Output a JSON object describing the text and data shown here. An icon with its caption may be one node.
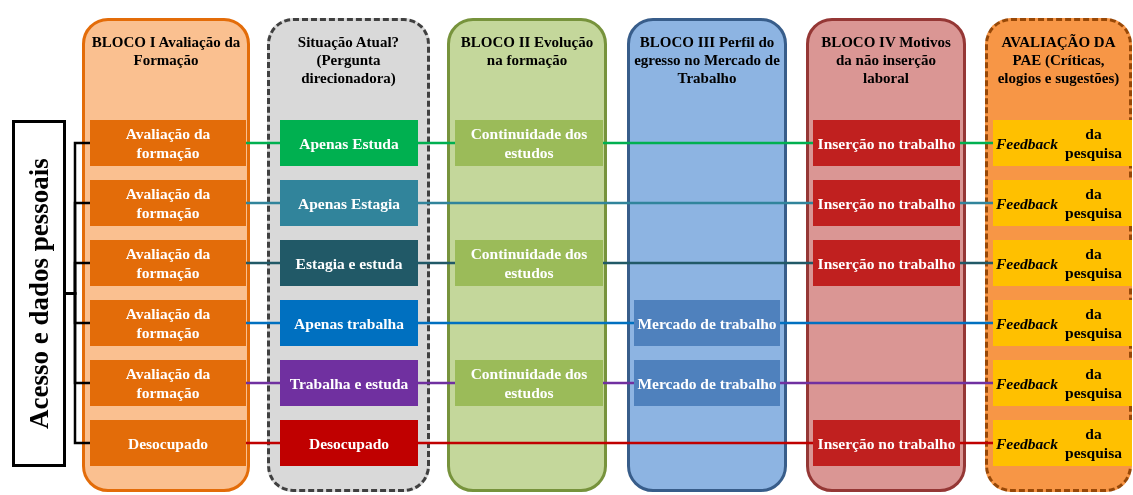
{
  "diagram": {
    "nodes": [
      {
        "text": [
          "Acesso e dados pessoais"
        ]
      },
      {
        "text": [
          "BLOCO I Avaliação da Formação"
        ]
      },
      {
        "text": [
          "Avaliação da formação"
        ],
        "in": 1
      },
      {
        "text": [
          "Avaliação da formação"
        ],
        "in": 1
      },
      {
        "text": [
          "Avaliação da formação"
        ],
        "in": 1
      },
      {
        "text": [
          "Avaliação da formação"
        ],
        "in": 1
      },
      {
        "text": [
          "Avaliação da formação"
        ],
        "in": 1
      },
      {
        "text": [
          "Desocupado"
        ],
        "in": 1
      },
      {
        "text": [
          "Situação Atual? (Pergunta direcionadora)"
        ]
      },
      {
        "text": [
          "Apenas Estuda"
        ],
        "in": 8
      },
      {
        "text": [
          "Apenas Estagia"
        ],
        "in": 8
      },
      {
        "text": [
          "Estagia e estuda"
        ],
        "in": 8
      },
      {
        "text": [
          "Apenas trabalha"
        ],
        "in": 8
      },
      {
        "text": [
          "Trabalha e estuda"
        ],
        "in": 8
      },
      {
        "text": [
          "Desocupado"
        ],
        "in": 8
      },
      {
        "text": [
          "BLOCO II Evolução na formação"
        ]
      },
      {
        "text": [
          "Continuidade dos estudos"
        ],
        "in": 15
      },
      {
        "text": [
          "Continuidade dos estudos"
        ],
        "in": 15
      },
      {
        "text": [
          "Continuidade dos estudos"
        ],
        "in": 15
      },
      {
        "text": [
          "BLOCO III Perfil do egresso no Mercado de Trabalho"
        ]
      },
      {
        "text": [
          "Mercado de trabalho"
        ],
        "in": 19
      },
      {
        "text": [
          "Mercado de trabalho"
        ],
        "in": 19
      },
      {
        "text": [
          "BLOCO IV Motivos da não inserção laboral"
        ]
      },
      {
        "text": [
          "Inserção no trabalho"
        ],
        "in": 22
      },
      {
        "text": [
          "Inserção no trabalho"
        ],
        "in": 22
      },
      {
        "text": [
          "Inserção no trabalho"
        ],
        "in": 22
      },
      {
        "text": [
          "Inserção no trabalho"
        ],
        "in": 22
      },
      {
        "text": [
          "AVALIAÇÃO DA PAE (Críticas, elogios e sugestões)"
        ]
      },
      {
        "text": [
          "*Feedback* da pesquisa"
        ],
        "in": 27
      },
      {
        "text": [
          "*Feedback* da pesquisa"
        ],
        "in": 27
      },
      {
        "text": [
          "*Feedback* da pesquisa"
        ],
        "in": 27
      },
      {
        "text": [
          "*Feedback* da pesquisa"
        ],
        "in": 27
      },
      {
        "text": [
          "*Feedback* da pesquisa"
        ],
        "in": 27
      },
      {
        "text": [
          "*Feedback* da pesquisa"
        ],
        "in": 27
      }
    ],
    "edges": [
      {
        "from": 0,
        "to": 2,
        "arrow": "none",
        "color": "#000000"
      },
      {
        "from": 0,
        "to": 3,
        "arrow": "none",
        "color": "#000000"
      },
      {
        "from": 0,
        "to": 4,
        "arrow": "none",
        "color": "#000000"
      },
      {
        "from": 0,
        "to": 5,
        "arrow": "none",
        "color": "#000000"
      },
      {
        "from": 0,
        "to": 6,
        "arrow": "none",
        "color": "#000000"
      },
      {
        "from": 0,
        "to": 7,
        "arrow": "none",
        "color": "#000000"
      },
      {
        "from": 2,
        "to": 9,
        "arrow": "none",
        "color": "#00b050"
      },
      {
        "from": 9,
        "to": 16,
        "arrow": "none",
        "color": "#00b050"
      },
      {
        "from": 16,
        "to": 23,
        "arrow": "none",
        "color": "#00b050"
      },
      {
        "from": 23,
        "to": 28,
        "arrow": "none",
        "color": "#00b050"
      },
      {
        "from": 3,
        "to": 10,
        "arrow": "none",
        "color": "#31849b"
      },
      {
        "from": 10,
        "to": 24,
        "arrow": "none",
        "color": "#31849b"
      },
      {
        "from": 24,
        "to": 29,
        "arrow": "none",
        "color": "#31849b"
      },
      {
        "from": 4,
        "to": 11,
        "arrow": "none",
        "color": "#215967"
      },
      {
        "from": 11,
        "to": 17,
        "arrow": "none",
        "color": "#215967"
      },
      {
        "from": 17,
        "to": 25,
        "arrow": "none",
        "color": "#215967"
      },
      {
        "from": 25,
        "to": 30,
        "arrow": "none",
        "color": "#215967"
      },
      {
        "from": 5,
        "to": 12,
        "arrow": "none",
        "color": "#0070c0"
      },
      {
        "from": 12,
        "to": 20,
        "arrow": "none",
        "color": "#0070c0"
      },
      {
        "from": 20,
        "to": 31,
        "arrow": "none",
        "color": "#0070c0"
      },
      {
        "from": 6,
        "to": 13,
        "arrow": "none",
        "color": "#7030a0"
      },
      {
        "from": 13,
        "to": 18,
        "arrow": "none",
        "color": "#7030a0"
      },
      {
        "from": 18,
        "to": 21,
        "arrow": "none",
        "color": "#7030a0"
      },
      {
        "from": 21,
        "to": 32,
        "arrow": "none",
        "color": "#7030a0"
      },
      {
        "from": 7,
        "to": 14,
        "arrow": "none",
        "color": "#c00000"
      },
      {
        "from": 14,
        "to": 26,
        "arrow": "none",
        "color": "#c00000"
      },
      {
        "from": 26,
        "to": 33,
        "arrow": "none",
        "color": "#c00000"
      }
    ]
  }
}
